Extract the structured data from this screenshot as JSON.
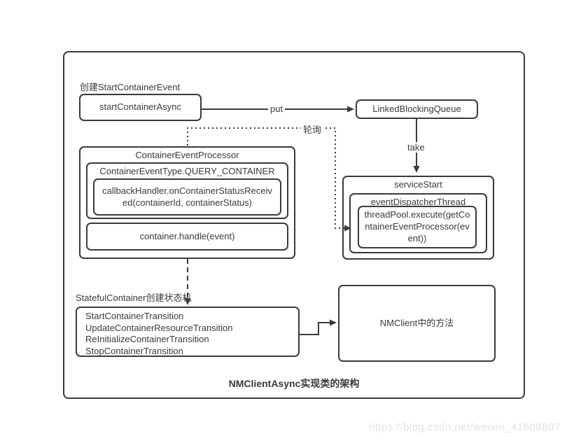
{
  "diagram": {
    "title": "NMClientAsync实现类的架构",
    "watermark": "https://blog.csdn.net/weixin_41609807",
    "labels": {
      "create_event": "创建StartContainerEvent",
      "put": "put",
      "take": "take",
      "polling": "轮询",
      "stateful_container": "StatefulContainer创建状态机"
    },
    "nodes": {
      "start_container_async": "startContainerAsync",
      "linked_blocking_queue": "LinkedBlockingQueue",
      "container_event_processor": "ContainerEventProcessor",
      "container_event_type": "ContainerEventType.QUERY_CONTAINER",
      "callback_handler": "callbackHandler.onContainerStatusReceived(containerId, containerStatus)",
      "container_handle": "container.handle(event)",
      "service_start": "serviceStart",
      "event_dispatcher_thread": "eventDispatcherThread",
      "thread_pool": "threadPool.execute(getContainerEventProcessor(event))",
      "transitions": [
        "StartContainerTransition",
        "UpdateContainerResourceTransition",
        "ReInitializeContainerTransition",
        "StopContainerTransition"
      ],
      "nmclient_methods": "NMClient中的方法"
    },
    "colors": {
      "line": "#3a3a3a",
      "watermark": "#e2e2e2"
    }
  }
}
